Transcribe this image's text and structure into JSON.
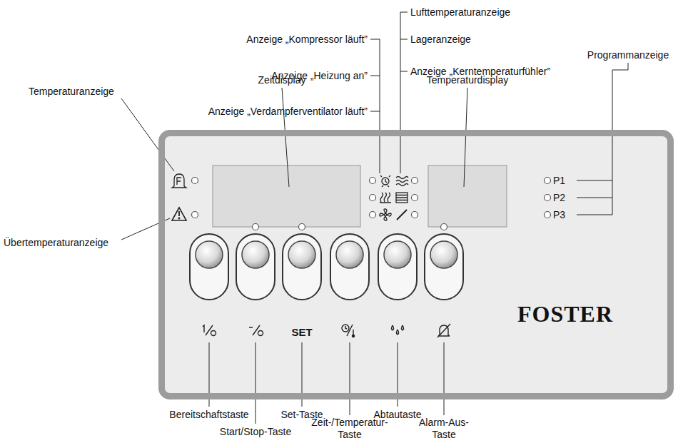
{
  "diagram": {
    "nodes": [
      {
        "text": [
          "SET",
          "P1",
          "P2",
          "P3",
          "FOSTER"
        ]
      }
    ],
    "labels": [
      "Anzeige „Kompressor läuft”",
      "Anzeige „Heizung an”",
      "Anzeige „Verdampferventilator läuft”",
      "Lufttemperaturanzeige",
      "Lageranzeige",
      "Anzeige „Kerntemperaturfühler”",
      "Programmanzeige",
      "Zeitdisplay",
      "Temperaturdisplay",
      "Temperaturanzeige",
      "Übertemperaturanzeige",
      "Bereitschaftstaste",
      "Start/Stop-Taste",
      "Set-Taste",
      "Zeit-/Temperatur-Taste",
      "Abtautaste",
      "Alarm-Aus-Taste"
    ]
  }
}
